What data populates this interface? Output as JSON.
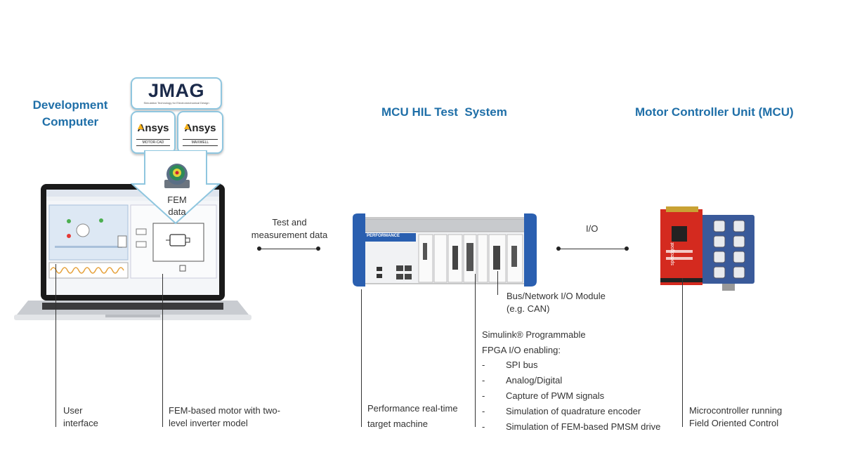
{
  "titles": {
    "dev_computer_line1": "Development",
    "dev_computer_line2": "Computer",
    "hil_system": "MCU HIL Test  System",
    "mcu": "Motor Controller Unit (MCU)"
  },
  "logos": {
    "jmag": "JMAG",
    "jmag_tagline": "Simulation Technology for Electromechanical Design",
    "ansys1": "Ansys",
    "ansys1_sub": "MOTOR-CAD",
    "ansys2": "Ansys",
    "ansys2_sub": "MAXWELL"
  },
  "fem_label": {
    "line1": "FEM",
    "line2": "data"
  },
  "connections": {
    "test_line1": "Test and",
    "test_line2": "measurement data",
    "io": "I/O"
  },
  "annotations": {
    "ui_line1": "User",
    "ui_line2": "interface",
    "fem_motor_line1": "FEM-based motor with two-",
    "fem_motor_line2": "level inverter model",
    "target_line1": "Performance real-time",
    "target_line2": "target machine",
    "bus_line1": "Bus/Network I/O Module",
    "bus_line2": "(e.g. CAN)",
    "fpga_line1": "Simulink® Programmable",
    "fpga_line2": "FPGA I/O enabling:",
    "fpga_items": [
      "SPI bus",
      "Analog/Digital",
      "Capture of PWM signals",
      "Simulation of quadrature encoder",
      "Simulation of FEM-based PMSM drive"
    ],
    "mcu_line1": "Microcontroller running",
    "mcu_line2": "Field Oriented Control"
  },
  "device": {
    "front_label": "PERFORMANCE",
    "brand": "speedgoat"
  },
  "colors": {
    "title_blue": "#1f6fa8",
    "logo_border": "#8fc6df",
    "hil_blue": "#2a5fb0",
    "board_red": "#d42a1f",
    "board_blue": "#3a5a9a"
  }
}
